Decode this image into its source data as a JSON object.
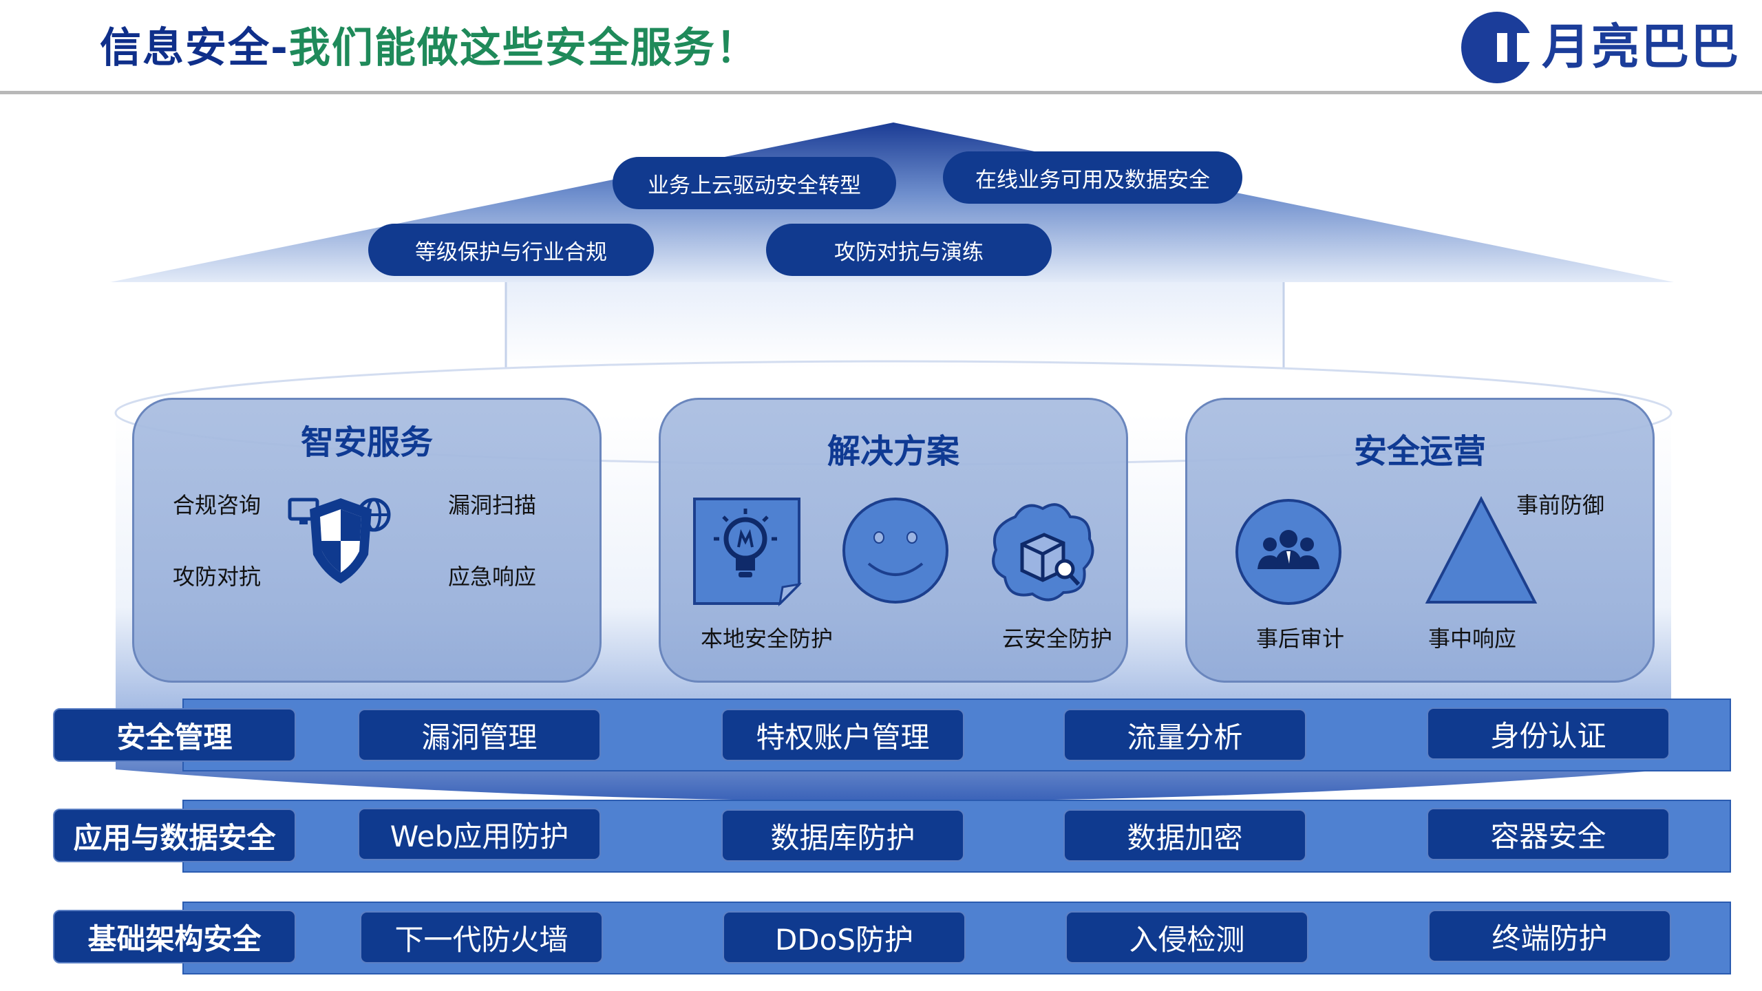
{
  "header": {
    "title_part1": "信息安全-",
    "title_part2": "我们能做这些安全服务！",
    "logo_text": "月亮巴巴"
  },
  "roof_pills": [
    "业务上云驱动安全转型",
    "在线业务可用及数据安全",
    "等级保护与行业合规",
    "攻防对抗与演练"
  ],
  "panels": {
    "zhian": {
      "title": "智安服务",
      "labels": [
        "合规咨询",
        "漏洞扫描",
        "攻防对抗",
        "应急响应"
      ]
    },
    "jiejue": {
      "title": "解决方案",
      "labels": [
        "本地安全防护",
        "云安全防护"
      ]
    },
    "yunying": {
      "title": "安全运营",
      "labels": [
        "事前防御",
        "事后审计",
        "事中响应"
      ]
    }
  },
  "layers": [
    {
      "category": "安全管理",
      "items": [
        "漏洞管理",
        "特权账户管理",
        "流量分析",
        "身份认证"
      ]
    },
    {
      "category": "应用与数据安全",
      "items": [
        "Web应用防护",
        "数据库防护",
        "数据加密",
        "容器安全"
      ]
    },
    {
      "category": "基础架构安全",
      "items": [
        "下一代防火墙",
        "DDoS防护",
        "入侵检测",
        "终端防护"
      ]
    }
  ],
  "colors": {
    "navy": "#0f3a8f",
    "band_blue": "#4f81d1",
    "title_blue": "#0f2f8a",
    "title_green": "#1f8a5a",
    "panel_title": "#0f3a93"
  },
  "icons": [
    "security-shield-icon",
    "lightbulb-note-icon",
    "smiley-face-icon",
    "cloud-box-icon",
    "team-people-icon",
    "triangle-icon",
    "logo-c-icon"
  ]
}
